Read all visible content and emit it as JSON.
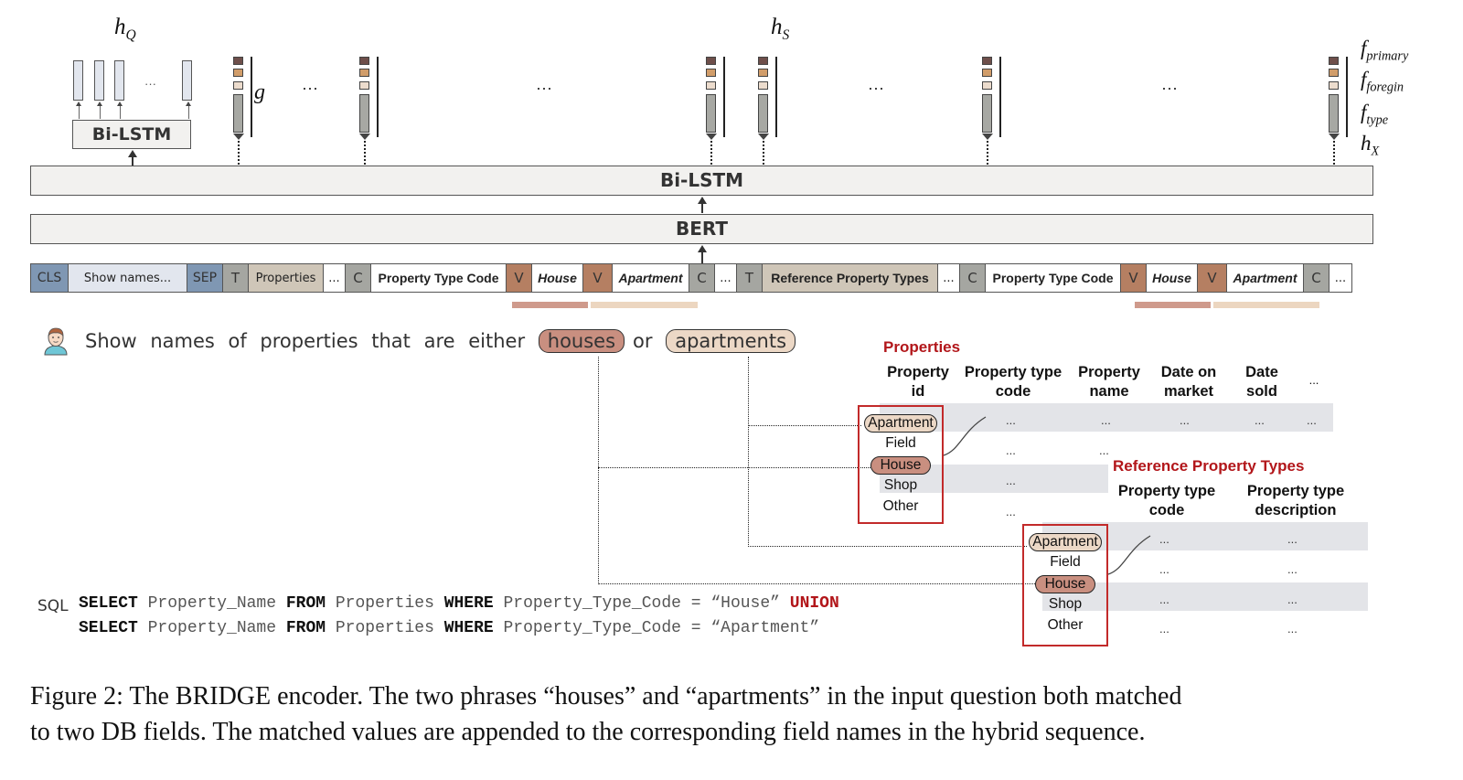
{
  "labels": {
    "h_q": {
      "base": "h",
      "sub": "Q"
    },
    "h_s": {
      "base": "h",
      "sub": "S"
    },
    "g": "g",
    "f_primary": {
      "base": "f",
      "sub": "primary"
    },
    "f_foreign": {
      "base": "f",
      "sub": "foregin"
    },
    "f_type": {
      "base": "f",
      "sub": "type"
    },
    "h_x": {
      "base": "h",
      "sub": "X"
    },
    "ellipsis": "...",
    "ellipsis_dots": "···"
  },
  "blocks": {
    "question_bilstm": "Bi-LSTM",
    "bilstm": "Bi-LSTM",
    "bert": "BERT"
  },
  "colors": {
    "primary_feature": "#6e4f4b",
    "foreign_feature": "#d19d6a",
    "type_feature": "#ecdccd",
    "hidden_vector": "#a7a8a3",
    "question_vector": "#e2e6ee",
    "special_token": "#7f97b3",
    "table_token": "#cfc6b8",
    "type_token": "#a5a6a1",
    "value_token": "#b57f62",
    "house_highlight": "#c98f80",
    "apartment_highlight": "#ecd8c6",
    "accent_red": "#b2161a"
  },
  "sequence": [
    {
      "text": "CLS",
      "kind": "cls"
    },
    {
      "text": "Show names...",
      "kind": "q"
    },
    {
      "text": "SEP",
      "kind": "cls"
    },
    {
      "text": "T",
      "kind": "tl"
    },
    {
      "text": "Properties",
      "kind": "tname"
    },
    {
      "text": "...",
      "kind": "w"
    },
    {
      "text": "C",
      "kind": "tl"
    },
    {
      "text": "Property Type Code",
      "kind": "w b"
    },
    {
      "text": "V",
      "kind": "v"
    },
    {
      "text": "House",
      "kind": "w it"
    },
    {
      "text": "V",
      "kind": "v"
    },
    {
      "text": "Apartment",
      "kind": "w it"
    },
    {
      "text": "C",
      "kind": "tl"
    },
    {
      "text": "...",
      "kind": "w"
    },
    {
      "text": "T",
      "kind": "tl"
    },
    {
      "text": "Reference Property Types",
      "kind": "tname b"
    },
    {
      "text": "...",
      "kind": "w"
    },
    {
      "text": "C",
      "kind": "tl"
    },
    {
      "text": "Property Type Code",
      "kind": "w b"
    },
    {
      "text": "V",
      "kind": "v"
    },
    {
      "text": "House",
      "kind": "w it"
    },
    {
      "text": "V",
      "kind": "v"
    },
    {
      "text": "Apartment",
      "kind": "w it"
    },
    {
      "text": "C",
      "kind": "tl"
    },
    {
      "text": "...",
      "kind": "w"
    }
  ],
  "question": {
    "prefix": "Show names of properties that are either",
    "match1": "houses",
    "middle": "or",
    "match2": "apartments"
  },
  "properties_table": {
    "title": "Properties",
    "headers": [
      [
        "Property",
        "id"
      ],
      [
        "Property type",
        "code"
      ],
      [
        "Property",
        "name"
      ],
      [
        "Date on",
        "market"
      ],
      [
        "Date",
        "sold"
      ],
      [
        "...",
        ""
      ]
    ],
    "cell": "..."
  },
  "reference_table": {
    "title": "Reference Property Types",
    "headers": [
      [
        "Property type",
        "code"
      ],
      [
        "Property type",
        "description"
      ]
    ],
    "cell": "..."
  },
  "picklist": [
    "Apartment",
    "Field",
    "House",
    "Shop",
    "Other"
  ],
  "sql": {
    "label": "SQL",
    "line1": {
      "k1": "SELECT",
      "t1": " Property_Name ",
      "k2": "FROM",
      "t2": " Properties ",
      "k3": "WHERE",
      "t3": " Property_Type_Code = “House” ",
      "k4": "UNION"
    },
    "line2": {
      "k1": "SELECT",
      "t1": " Property_Name ",
      "k2": "FROM",
      "t2": " Properties ",
      "k3": "WHERE",
      "t3": " Property_Type_Code = “Apartment”"
    }
  },
  "caption": {
    "line1": "Figure 2: The BRIDGE encoder. The two phrases “houses” and “apartments” in the input question both matched",
    "line2": "to two DB fields. The matched values are appended to the corresponding field names in the hybrid sequence."
  }
}
